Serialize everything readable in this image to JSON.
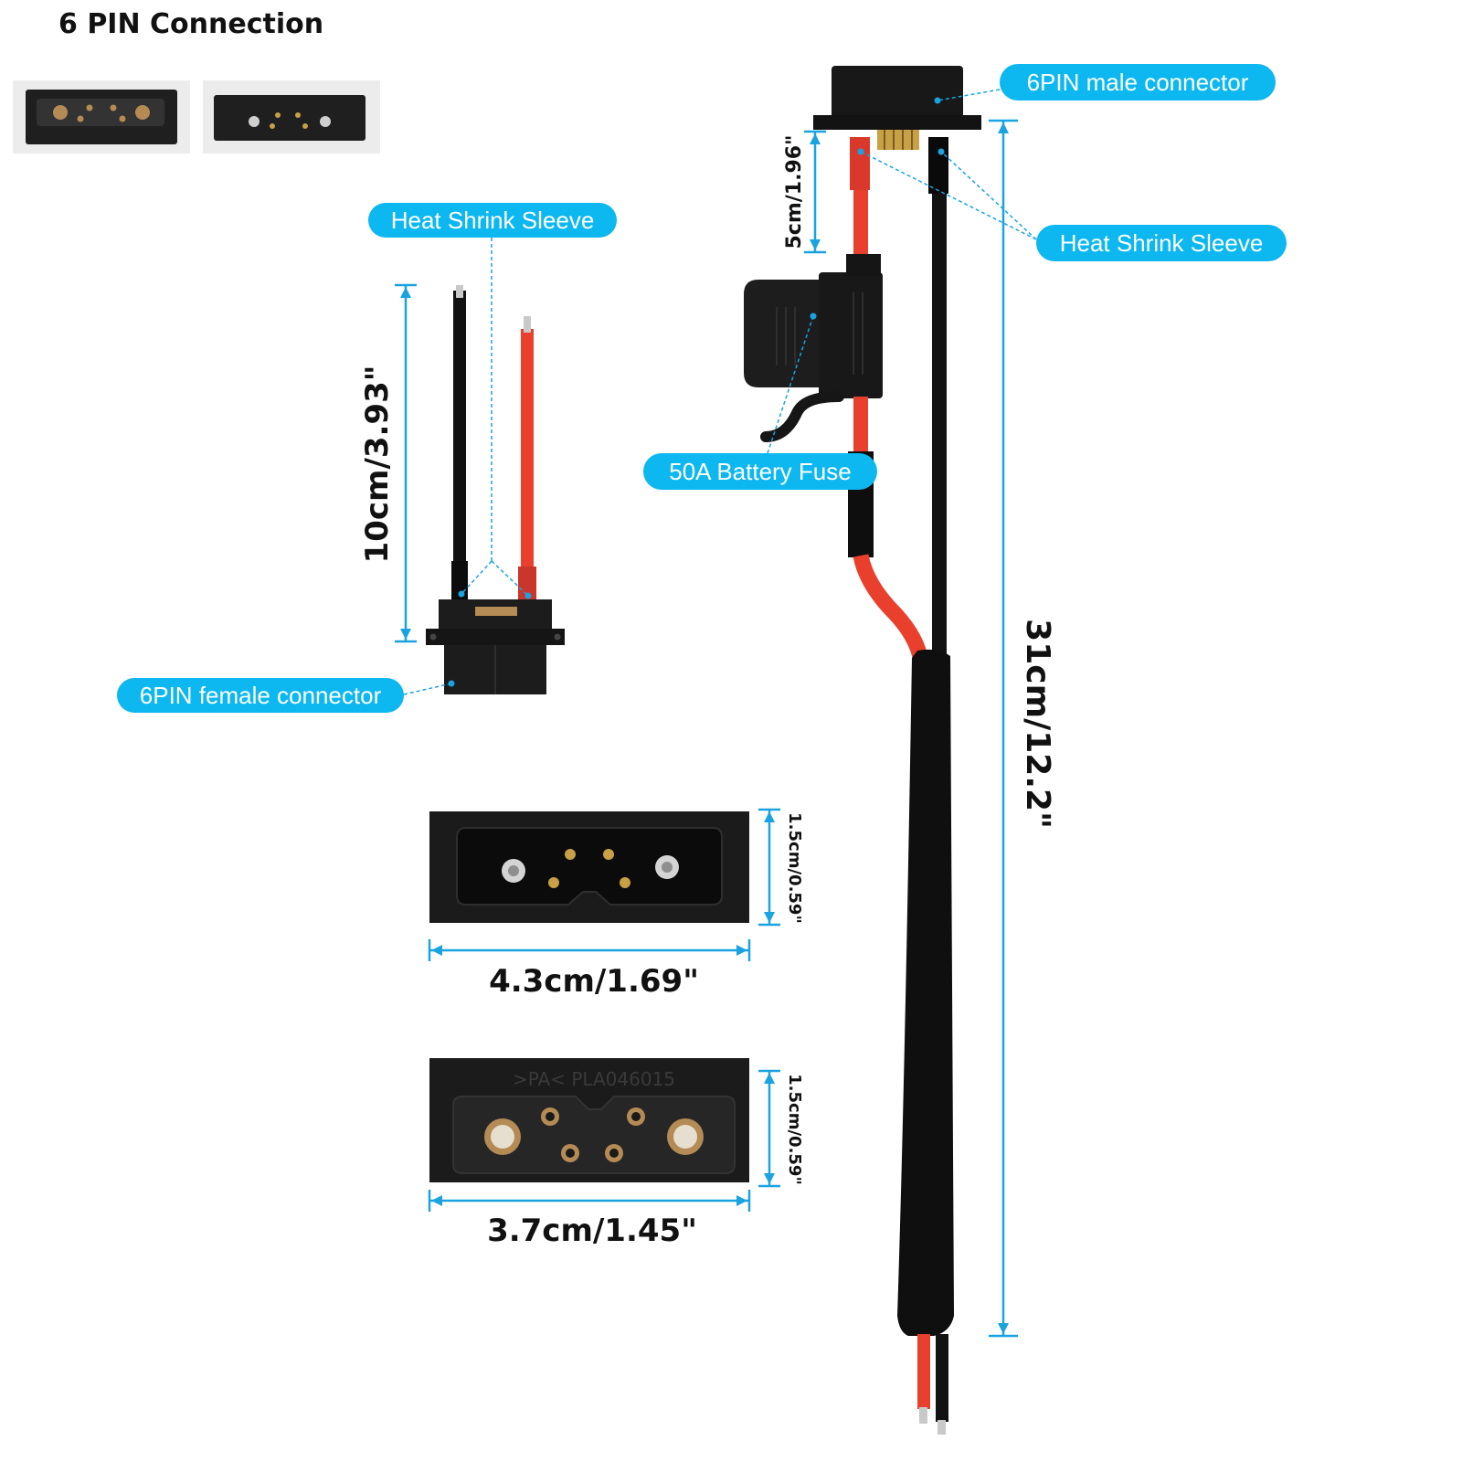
{
  "title": "6 PIN Connection",
  "labels": {
    "male_connector": "6PIN male connector",
    "heat_shrink_right": "Heat Shrink  Sleeve",
    "heat_shrink_left": "Heat Shrink  Sleeve",
    "fuse": "50A Battery Fuse",
    "female_connector": "6PIN female connector"
  },
  "dimensions": {
    "short_lead": "5cm/1.96\"",
    "female_leads": "10cm/3.93\"",
    "total_length": "31cm/12.2\"",
    "male_width": "4.3cm/1.69\"",
    "male_height": "1.5cm/0.59\"",
    "female_width": "3.7cm/1.45\"",
    "female_height": "1.5cm/0.59\""
  },
  "molded_text": ">PA< PLA046015",
  "colors": {
    "accent": "#0db7f0",
    "wire_red": "#e8402d",
    "wire_black": "#111111",
    "connector": "#1c1c1c"
  }
}
